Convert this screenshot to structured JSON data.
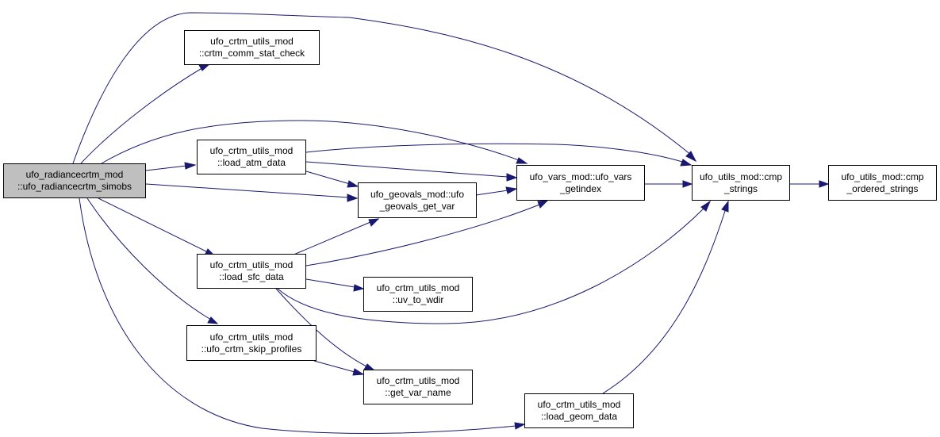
{
  "colors": {
    "edge": "#191970",
    "root_fill": "#bfbfbf",
    "node_fill": "#ffffff",
    "border": "#000000"
  },
  "nodes": {
    "root": {
      "line1": "ufo_radiancecrtm_mod",
      "line2": "::ufo_radiancecrtm_simobs"
    },
    "comm_stat": {
      "line1": "ufo_crtm_utils_mod",
      "line2": "::crtm_comm_stat_check"
    },
    "load_atm": {
      "line1": "ufo_crtm_utils_mod",
      "line2": "::load_atm_data"
    },
    "load_sfc": {
      "line1": "ufo_crtm_utils_mod",
      "line2": "::load_sfc_data"
    },
    "skip_profiles": {
      "line1": "ufo_crtm_utils_mod",
      "line2": "::ufo_crtm_skip_profiles"
    },
    "geovals_get_var": {
      "line1": "ufo_geovals_mod::ufo",
      "line2": "_geovals_get_var"
    },
    "uv_to_wdir": {
      "line1": "ufo_crtm_utils_mod",
      "line2": "::uv_to_wdir"
    },
    "get_var_name": {
      "line1": "ufo_crtm_utils_mod",
      "line2": "::get_var_name"
    },
    "vars_getindex": {
      "line1": "ufo_vars_mod::ufo_vars",
      "line2": "_getindex"
    },
    "load_geom": {
      "line1": "ufo_crtm_utils_mod",
      "line2": "::load_geom_data"
    },
    "cmp_strings": {
      "line1": "ufo_utils_mod::cmp",
      "line2": "_strings"
    },
    "cmp_ordered": {
      "line1": "ufo_utils_mod::cmp",
      "line2": "_ordered_strings"
    }
  }
}
